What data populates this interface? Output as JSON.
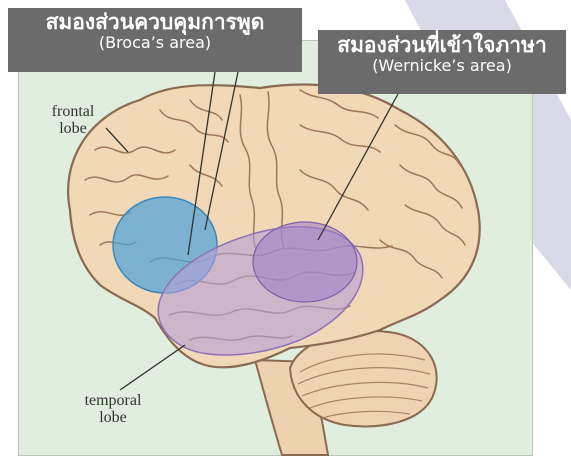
{
  "callouts": {
    "broca": {
      "thai": "สมองส่วนควบคุมการพูด",
      "english": "(Broca’s area)"
    },
    "wernicke": {
      "thai": "สมองส่วนที่เข้าใจภาษา",
      "english": "(Wernicke’s area)"
    }
  },
  "labels": {
    "frontal_line1": "frontal",
    "frontal_line2": "lobe",
    "temporal_line1": "temporal",
    "temporal_line2": "lobe"
  },
  "colors": {
    "panel_background": "#dfeedd",
    "callout_background": "#6b6b6b",
    "brain_fill": "#f0d6b4",
    "broca_highlight": "#4aa2dc",
    "wernicke_highlight": "#a07fc8",
    "background_stripe": "#d9d9e8"
  }
}
